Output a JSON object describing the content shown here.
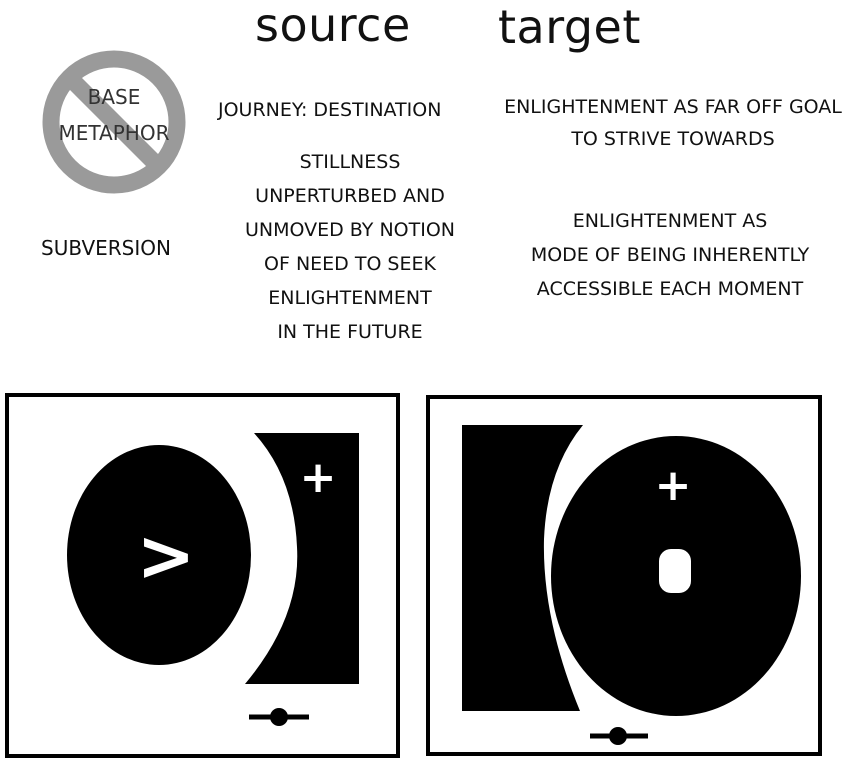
{
  "headings": {
    "source": "source",
    "target": "target"
  },
  "base_metaphor": {
    "line1": "BASE",
    "line2": "METAPHOR",
    "source": "JOURNEY: DESTINATION",
    "target_lines": [
      "ENLIGHTENMENT AS FAR OFF GOAL",
      "TO STRIVE TOWARDS"
    ]
  },
  "subversion": {
    "label": "SUBVERSION",
    "source_lines": [
      "STILLNESS",
      "UNPERTURBED AND",
      "UNMOVED BY NOTION",
      "OF NEED TO SEEK",
      "ENLIGHTENMENT",
      "IN THE FUTURE"
    ],
    "target_lines": [
      "ENLIGHTENMENT AS",
      "MODE OF BEING INHERENTLY",
      "ACCESSIBLE EACH MOMENT"
    ]
  },
  "panels": {
    "left": {
      "circle_glyph": ">",
      "plus_glyph": "+"
    },
    "right": {
      "plus_glyph": "+"
    }
  },
  "colors": {
    "ink": "#000000",
    "text": "#111111",
    "prohibition": "#9a9a9a",
    "background": "#ffffff"
  },
  "icons": {
    "no_sign": "prohibition-icon",
    "left_slider": "slider-knob-icon",
    "right_slider": "slider-knob-icon"
  }
}
